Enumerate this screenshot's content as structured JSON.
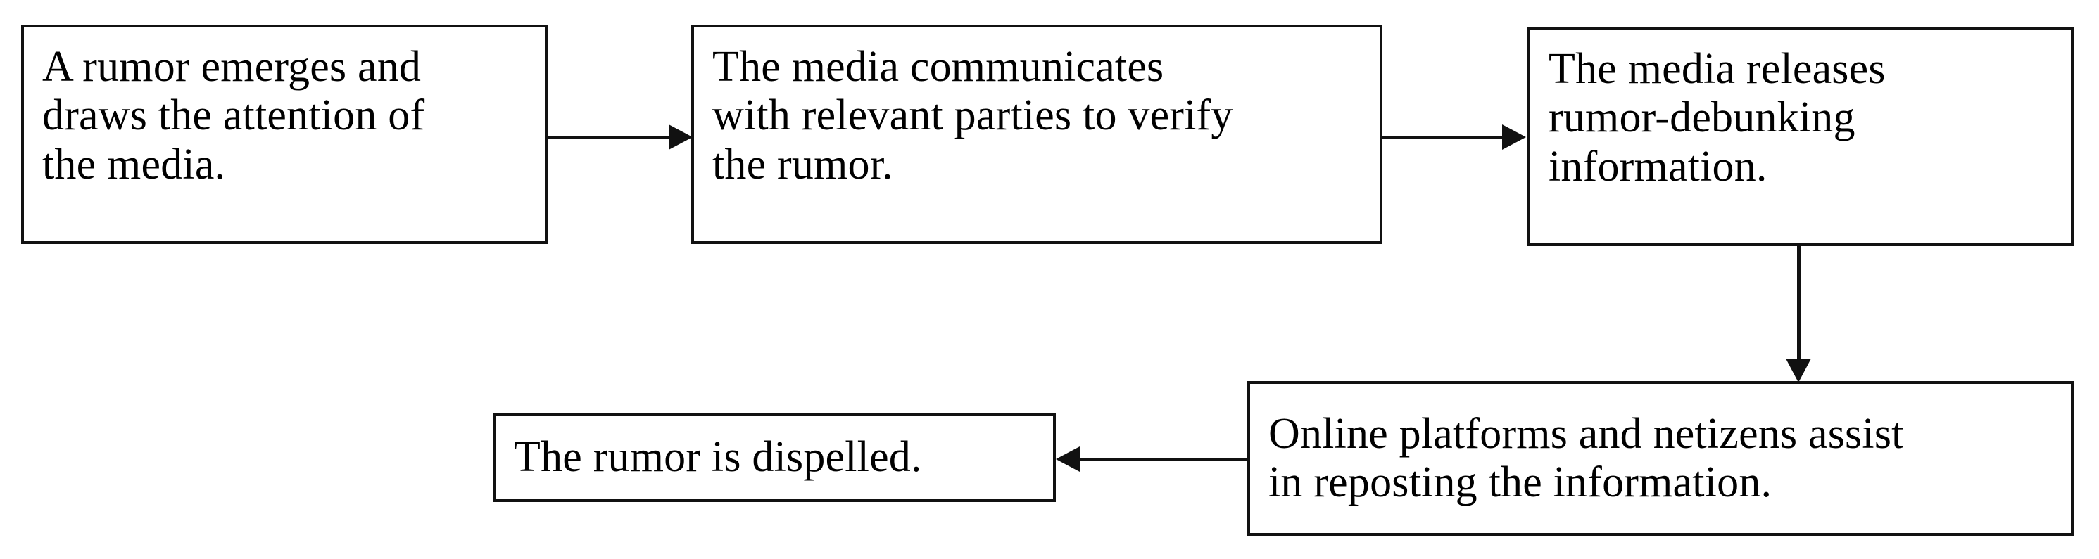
{
  "diagram": {
    "type": "flowchart",
    "orientation": "left-to-right-then-right-to-left",
    "background_color": "#ffffff",
    "line_color": "#111111",
    "text_color": "#000000",
    "nodes": [
      {
        "id": "rumor-emerges",
        "text": "A rumor emerges and\ndraws the attention of\nthe media.",
        "shape": "rectangle"
      },
      {
        "id": "media-verifies",
        "text": "The media communicates\nwith relevant parties to verify\nthe rumor.",
        "shape": "rectangle"
      },
      {
        "id": "media-releases",
        "text": "The media releases\nrumor-debunking\ninformation.",
        "shape": "rectangle"
      },
      {
        "id": "platforms-assist",
        "text": "Online platforms and netizens assist\nin reposting the information.",
        "shape": "rectangle"
      },
      {
        "id": "rumor-dispelled",
        "text": "The rumor is dispelled.",
        "shape": "rectangle"
      }
    ],
    "edges": [
      {
        "id": "emerges-to-verifies",
        "from": "rumor-emerges",
        "to": "media-verifies",
        "direction": "right",
        "label": ""
      },
      {
        "id": "verifies-to-releases",
        "from": "media-verifies",
        "to": "media-releases",
        "direction": "right",
        "label": ""
      },
      {
        "id": "releases-to-platforms",
        "from": "media-releases",
        "to": "platforms-assist",
        "direction": "down",
        "label": ""
      },
      {
        "id": "platforms-to-dispelled",
        "from": "platforms-assist",
        "to": "rumor-dispelled",
        "direction": "left",
        "label": ""
      }
    ]
  }
}
